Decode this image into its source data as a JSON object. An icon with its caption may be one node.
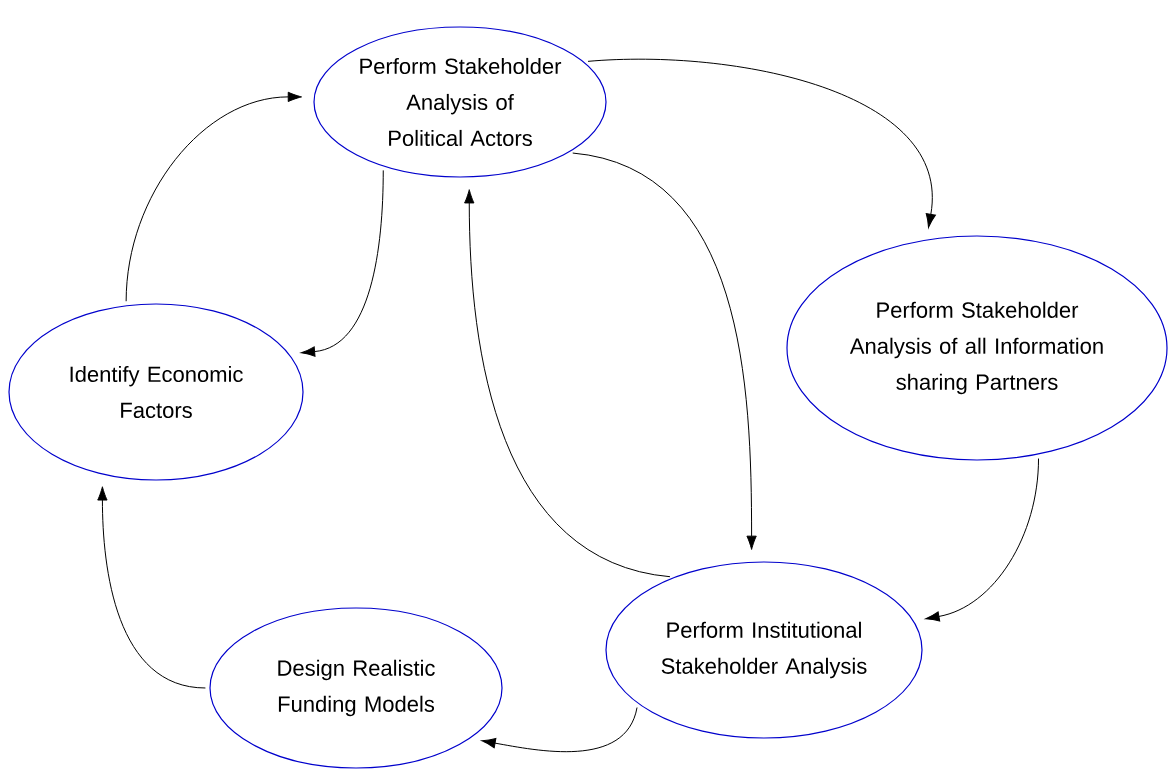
{
  "diagram": {
    "nodes": [
      {
        "text": [
          "Perform Stakeholder Analysis of Political Actors"
        ]
      },
      {
        "text": [
          "Perform Stakeholder Analysis of all Information sharing Partners"
        ]
      },
      {
        "text": [
          "Identify Economic Factors"
        ]
      },
      {
        "text": [
          "Perform Institutional Stakeholder Analysis"
        ]
      },
      {
        "text": [
          "Design Realistic Funding Models"
        ]
      }
    ],
    "edges": [
      {
        "from": 0,
        "to": 1,
        "arrow": "to"
      },
      {
        "from": 0,
        "to": 3,
        "arrow": "to"
      },
      {
        "from": 3,
        "to": 0,
        "arrow": "to"
      },
      {
        "from": 1,
        "to": 3,
        "arrow": "to"
      },
      {
        "from": 3,
        "to": 4,
        "arrow": "to"
      },
      {
        "from": 4,
        "to": 2,
        "arrow": "to"
      },
      {
        "from": 2,
        "to": 0,
        "arrow": "to"
      },
      {
        "from": 0,
        "to": 2,
        "arrow": "to"
      }
    ]
  }
}
